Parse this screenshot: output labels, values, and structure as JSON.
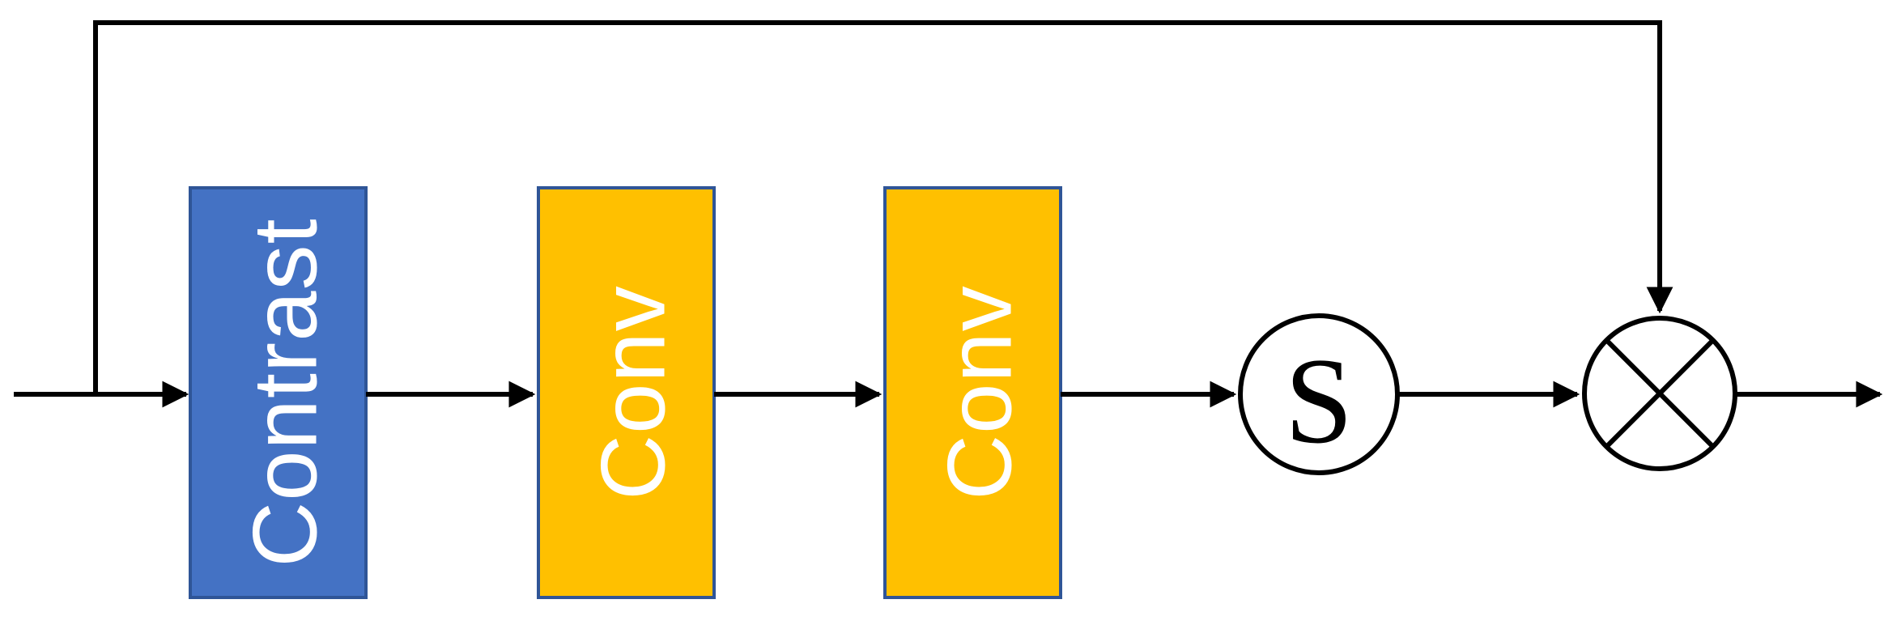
{
  "diagram": {
    "type": "block-diagram",
    "description": "Contrast-aware attention block: input passes through Contrast, two Conv layers and a sigmoid, result multiplies the skip connection",
    "colors": {
      "background": "#ffffff",
      "contrast_fill": "#4472C4",
      "conv_fill": "#FFC000",
      "block_border": "#2F5597",
      "block_text": "#FFFFFF",
      "line": "#000000",
      "operator_fill": "#FFFFFF",
      "operator_text": "#000000"
    },
    "blocks": [
      {
        "id": "contrast",
        "label": "Contrast",
        "fill": "#4472C4",
        "border": "#2F5597",
        "text_orientation": "rotated-90-ccw"
      },
      {
        "id": "conv1",
        "label": "Conv",
        "fill": "#FFC000",
        "border": "#2F5597",
        "text_orientation": "rotated-90-ccw"
      },
      {
        "id": "conv2",
        "label": "Conv",
        "fill": "#FFC000",
        "border": "#2F5597",
        "text_orientation": "rotated-90-ccw"
      }
    ],
    "operators": [
      {
        "id": "sigmoid",
        "symbol": "S",
        "shape": "circle"
      },
      {
        "id": "multiply",
        "symbol": "⊗",
        "shape": "circle-with-diagonal-cross"
      }
    ],
    "edges": [
      {
        "from": "input",
        "to": "contrast",
        "style": "arrow"
      },
      {
        "from": "input-branch",
        "to": "multiply",
        "style": "arrow",
        "route": "up-over-top-skip-connection"
      },
      {
        "from": "contrast",
        "to": "conv1",
        "style": "arrow"
      },
      {
        "from": "conv1",
        "to": "conv2",
        "style": "arrow"
      },
      {
        "from": "conv2",
        "to": "sigmoid",
        "style": "arrow"
      },
      {
        "from": "sigmoid",
        "to": "multiply",
        "style": "arrow"
      },
      {
        "from": "multiply",
        "to": "output",
        "style": "arrow"
      }
    ]
  }
}
